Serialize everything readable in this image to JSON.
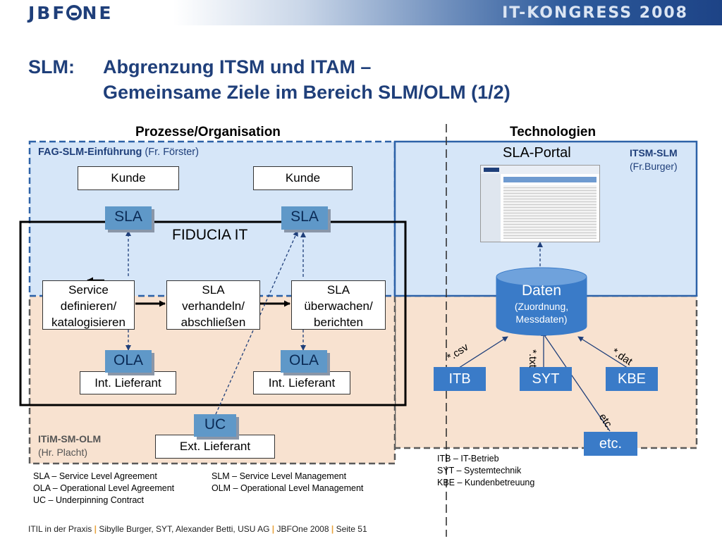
{
  "header": {
    "logo": "JBFONE",
    "event": "IT-KONGRESS 2008"
  },
  "title": {
    "prefix": "SLM:",
    "line1": "Abgrenzung ITSM und ITAM –",
    "line2": "Gemeinsame Ziele im Bereich SLM/OLM (1/2)"
  },
  "columns": {
    "left": "Prozesse/Organisation",
    "right": "Technologien"
  },
  "areas": {
    "fag": {
      "name": "FAG-SLM-Einführung",
      "person": "(Fr. Förster)"
    },
    "itim": {
      "name": "ITiM-SM-OLM",
      "person": "(Hr. Placht)"
    },
    "itsm": {
      "name": "ITSM-SLM",
      "person": "(Fr.Burger)"
    },
    "fiducia": "FIDUCIA IT"
  },
  "nodes": {
    "kunde1": "Kunde",
    "kunde2": "Kunde",
    "sla1": "SLA",
    "sla2": "SLA",
    "proc1": [
      "Service",
      "definieren/",
      "katalogisieren"
    ],
    "proc2": [
      "SLA",
      "verhandeln/",
      "abschließen"
    ],
    "proc3": [
      "SLA",
      "überwachen/",
      "berichten"
    ],
    "ola1": "OLA",
    "ola2": "OLA",
    "lief1": "Int. Lieferant",
    "lief2": "Int. Lieferant",
    "uc": "UC",
    "ext": "Ext. Lieferant"
  },
  "tech": {
    "portal": "SLA-Portal",
    "daten": "Daten",
    "daten_sub": [
      "(Zuordnung,",
      "Messdaten)"
    ],
    "itb": "ITB",
    "syt": "SYT",
    "kbe": "KBE",
    "etc": "etc.",
    "lbl_csv": "*.csv",
    "lbl_txt": "*.txt",
    "lbl_dat": "*.dat",
    "lbl_etc": "etc."
  },
  "legend": {
    "left": [
      "SLA – Service Level Agreement",
      "OLA – Operational Level Agreement",
      "UC – Underpinning Contract"
    ],
    "middle": [
      "SLM – Service Level Management",
      "OLM – Operational Level Management"
    ],
    "right": [
      "ITB – IT-Betrieb",
      "SYT – Systemtechnik",
      "KBE – Kundenbetreuung"
    ]
  },
  "footer": {
    "part1": "ITIL in der Praxis",
    "part2": "Sibylle Burger, SYT, Alexander Betti, USU AG",
    "part3": "JBFOne 2008",
    "part4": "Seite 51"
  },
  "colors": {
    "title": "#1f3f7a",
    "area_blue": "#d6e6f8",
    "area_peach": "#f8e2d0",
    "frame_blue": "#2d62a8",
    "tag_blue": "#5f98c8",
    "box_blue": "#3a7bc8"
  }
}
